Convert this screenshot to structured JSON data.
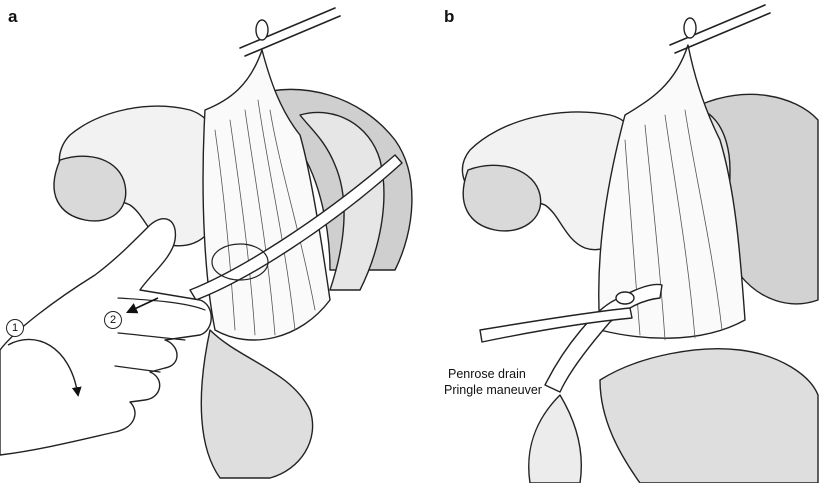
{
  "panels": [
    {
      "letter": "a"
    },
    {
      "letter": "b"
    }
  ],
  "steps": [
    "1",
    "2"
  ],
  "callouts": [
    "Penrose drain",
    "Pringle maneuver"
  ]
}
